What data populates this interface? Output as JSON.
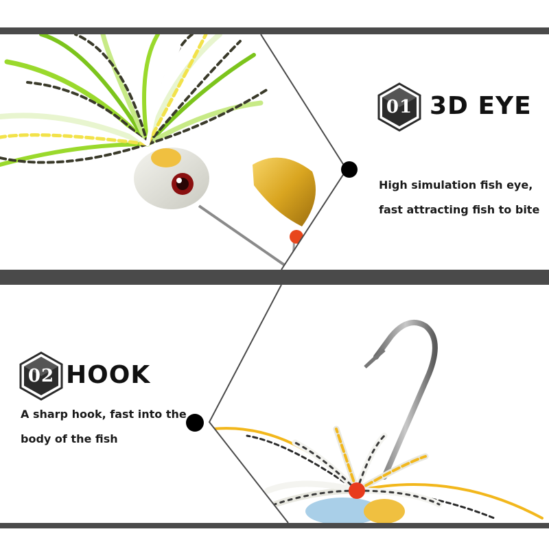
{
  "features": [
    {
      "number": "01",
      "title": "3D EYE",
      "description_lines": [
        "High simulation fish eye,",
        "fast attracting fish to bite"
      ]
    },
    {
      "number": "02",
      "title": "HOOK",
      "description_lines": [
        "A sharp hook, fast into the",
        "body of the fish"
      ]
    }
  ],
  "colors": {
    "band": "#4a4a4a",
    "badge_fill": "#2b2b2b",
    "accent_green": "#9ad92c",
    "accent_yellow": "#f2b71c",
    "blade_gold": "#d9a520"
  }
}
